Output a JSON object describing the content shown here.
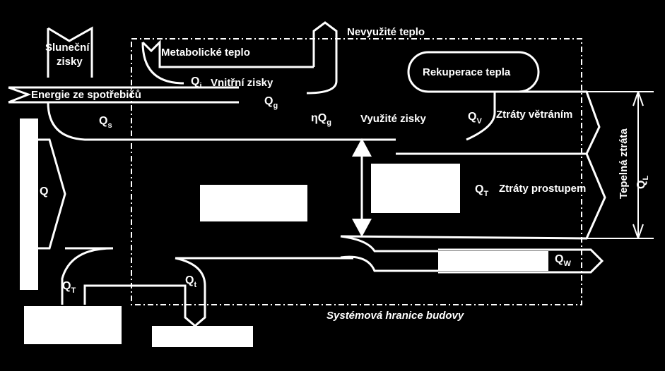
{
  "labels": {
    "solar_gains": [
      "Sluneční",
      "zisky"
    ],
    "metabolic_heat": "Metabolické teplo",
    "unused_heat": "Nevyužité teplo",
    "internal_gains": "Vnitřní zisky",
    "heat_recovery": "Rekuperace tepla",
    "appliance_energy": "Energie ze spotřebičů",
    "used_gains": "Využité zisky",
    "ventilation_losses": "Ztráty větráním",
    "transmission_losses": "Ztráty prostupem",
    "heat_loss": "Tepelná ztráta",
    "system_boundary": "Systémová hranice budovy"
  },
  "symbols": {
    "Qi": {
      "main": "Q",
      "sub": "i"
    },
    "Qg": {
      "main": "Q",
      "sub": "g"
    },
    "Qs": {
      "main": "Q",
      "sub": "s"
    },
    "etaQg": {
      "main": "ηQ",
      "sub": "g"
    },
    "QV": {
      "main": "Q",
      "sub": "V"
    },
    "QT_right": {
      "main": "Q",
      "sub": "T"
    },
    "QL": {
      "main": "Q",
      "sub": "L"
    },
    "Q": {
      "main": "Q"
    },
    "QT_left": {
      "main": "Q",
      "sub": "T"
    },
    "Qt": {
      "main": "Q",
      "sub": "t"
    },
    "QW": {
      "main": "Q",
      "sub": "W"
    }
  }
}
